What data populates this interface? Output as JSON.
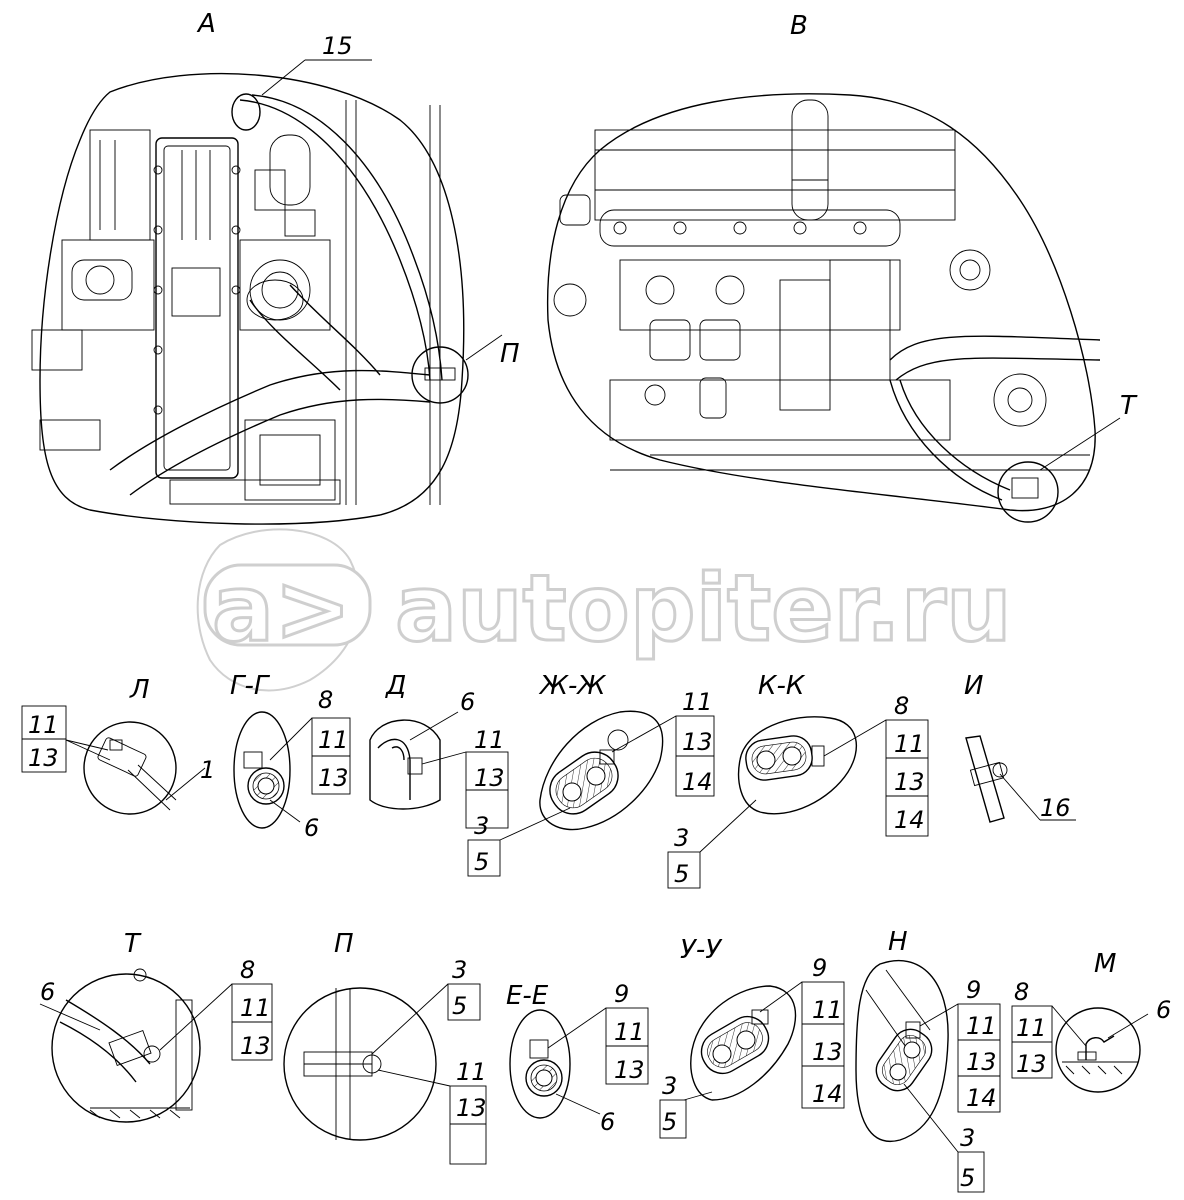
{
  "views": {
    "a": "А",
    "b": "В",
    "l": "Л",
    "gg": "Г-Г",
    "d": "Д",
    "zhzh": "Ж-Ж",
    "kk": "К-К",
    "i": "И",
    "t": "Т",
    "p": "П",
    "ee": "Е-Е",
    "uu": "У-У",
    "n": "Н",
    "m": "М"
  },
  "callouts": {
    "a_15": "15",
    "a_p": "П",
    "b_t": "Т",
    "l_11": "11",
    "l_13": "13",
    "l_1": "1",
    "gg_8": "8",
    "gg_11": "11",
    "gg_13": "13",
    "gg_6": "6",
    "d_6": "6",
    "d_11": "11",
    "d_13": "13",
    "zh_11": "11",
    "zh_13": "13",
    "zh_14": "14",
    "zh_3": "3",
    "zh_5": "5",
    "kk_8": "8",
    "kk_11": "11",
    "kk_13": "13",
    "kk_14": "14",
    "kk_3": "3",
    "kk_5": "5",
    "i_16": "16",
    "t_6": "6",
    "t_8": "8",
    "t_11": "11",
    "t_13": "13",
    "p_3": "3",
    "p_5": "5",
    "p_11": "11",
    "p_13": "13",
    "ee_9": "9",
    "ee_11": "11",
    "ee_13": "13",
    "ee_6": "6",
    "uu_9": "9",
    "uu_11": "11",
    "uu_13": "13",
    "uu_14": "14",
    "uu_3": "3",
    "uu_5": "5",
    "n_9": "9",
    "n_11": "11",
    "n_13": "13",
    "n_14": "14",
    "n_3": "3",
    "n_5": "5",
    "m_8": "8",
    "m_11": "11",
    "m_13": "13",
    "m_6": "6"
  },
  "watermark": "autopiter.ru"
}
